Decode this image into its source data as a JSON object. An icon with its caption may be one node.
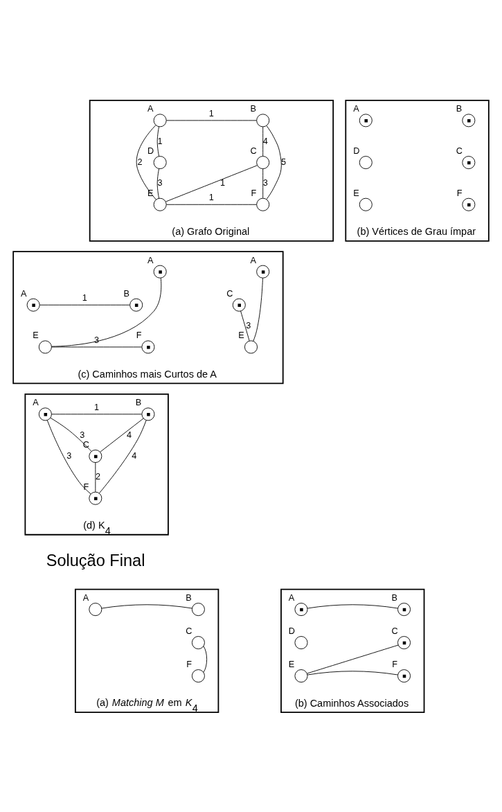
{
  "diagram": {
    "nodes": [
      {
        "text": [
          "(a) Grafo Original"
        ]
      },
      {
        "text": [],
        "shape": "circle",
        "beside": [
          "A"
        ],
        "in": 0
      },
      {
        "text": [],
        "shape": "circle",
        "beside": [
          "B"
        ],
        "in": 0
      },
      {
        "text": [],
        "shape": "circle",
        "beside": [
          "D"
        ],
        "in": 0
      },
      {
        "text": [],
        "shape": "circle",
        "beside": [
          "C"
        ],
        "in": 0
      },
      {
        "text": [],
        "shape": "circle",
        "beside": [
          "E"
        ],
        "in": 0
      },
      {
        "text": [],
        "shape": "circle",
        "beside": [
          "F"
        ],
        "in": 0
      },
      {
        "text": [
          "(b) Vértices de Grau ímpar"
        ]
      },
      {
        "text": [],
        "shape": "bullseye",
        "beside": [
          "A"
        ],
        "in": 7
      },
      {
        "text": [],
        "shape": "bullseye",
        "beside": [
          "B"
        ],
        "in": 7
      },
      {
        "text": [],
        "shape": "circle",
        "beside": [
          "D"
        ],
        "in": 7
      },
      {
        "text": [],
        "shape": "bullseye",
        "beside": [
          "C"
        ],
        "in": 7
      },
      {
        "text": [],
        "shape": "circle",
        "beside": [
          "E"
        ],
        "in": 7
      },
      {
        "text": [],
        "shape": "bullseye",
        "beside": [
          "F"
        ],
        "in": 7
      },
      {
        "text": [
          "(c) Caminhos mais Curtos de A"
        ]
      },
      {
        "text": [],
        "shape": "bullseye",
        "beside": [
          "A"
        ],
        "in": 14
      },
      {
        "text": [],
        "shape": "bullseye",
        "beside": [
          "B"
        ],
        "in": 14
      },
      {
        "text": [],
        "shape": "bullseye",
        "beside": [
          "A"
        ],
        "in": 14
      },
      {
        "text": [],
        "shape": "circle",
        "beside": [
          "E"
        ],
        "in": 14
      },
      {
        "text": [],
        "shape": "bullseye",
        "beside": [
          "F"
        ],
        "in": 14
      },
      {
        "text": [],
        "shape": "bullseye",
        "beside": [
          "A"
        ],
        "in": 14
      },
      {
        "text": [],
        "shape": "bullseye",
        "beside": [
          "C"
        ],
        "in": 14
      },
      {
        "text": [],
        "shape": "circle",
        "beside": [
          "E"
        ],
        "in": 14
      },
      {
        "text": [
          "(d) K$_{4}$"
        ]
      },
      {
        "text": [],
        "shape": "bullseye",
        "beside": [
          "A"
        ],
        "in": 23
      },
      {
        "text": [],
        "shape": "bullseye",
        "beside": [
          "B"
        ],
        "in": 23
      },
      {
        "text": [],
        "shape": "bullseye",
        "beside": [
          "C"
        ],
        "in": 23
      },
      {
        "text": [],
        "shape": "bullseye",
        "beside": [
          "F"
        ],
        "in": 23
      },
      {
        "text": [
          "(a) *Matching M* em *K*$_{4}$"
        ]
      },
      {
        "text": [],
        "shape": "circle",
        "beside": [
          "A"
        ],
        "in": 28
      },
      {
        "text": [],
        "shape": "circle",
        "beside": [
          "B"
        ],
        "in": 28
      },
      {
        "text": [],
        "shape": "circle",
        "beside": [
          "C"
        ],
        "in": 28
      },
      {
        "text": [],
        "shape": "circle",
        "beside": [
          "F"
        ],
        "in": 28
      },
      {
        "text": [
          "(b) Caminhos Associados"
        ]
      },
      {
        "text": [],
        "shape": "bullseye",
        "beside": [
          "A"
        ],
        "in": 33
      },
      {
        "text": [],
        "shape": "bullseye",
        "beside": [
          "B"
        ],
        "in": 33
      },
      {
        "text": [],
        "shape": "circle",
        "beside": [
          "D"
        ],
        "in": 33
      },
      {
        "text": [],
        "shape": "bullseye",
        "beside": [
          "C"
        ],
        "in": 33
      },
      {
        "text": [],
        "shape": "circle",
        "beside": [
          "E"
        ],
        "in": 33
      },
      {
        "text": [],
        "shape": "bullseye",
        "beside": [
          "F"
        ],
        "in": 33
      }
    ],
    "edges": [
      {
        "from": 1,
        "to": 2,
        "arrow": "none",
        "label": "1"
      },
      {
        "from": 2,
        "to": 4,
        "arrow": "none",
        "label": "4"
      },
      {
        "from": 1,
        "to": 3,
        "arrow": "none",
        "label": "1"
      },
      {
        "from": 1,
        "to": 5,
        "arrow": "none",
        "label": "2"
      },
      {
        "from": 2,
        "to": 6,
        "arrow": "none",
        "label": "5"
      },
      {
        "from": 3,
        "to": 5,
        "arrow": "none",
        "label": "3"
      },
      {
        "from": 5,
        "to": 4,
        "arrow": "none",
        "label": "1"
      },
      {
        "from": 6,
        "to": 4,
        "arrow": "none",
        "label": "3"
      },
      {
        "from": 5,
        "to": 6,
        "arrow": "none",
        "label": "1"
      },
      {
        "from": 15,
        "to": 16,
        "arrow": "none",
        "label": "1"
      },
      {
        "from": 17,
        "to": 18,
        "arrow": "none"
      },
      {
        "from": 18,
        "to": 19,
        "arrow": "none",
        "label": "3"
      },
      {
        "from": 20,
        "to": 22,
        "arrow": "none"
      },
      {
        "from": 22,
        "to": 21,
        "arrow": "none",
        "label": "3"
      },
      {
        "from": 24,
        "to": 25,
        "arrow": "none",
        "label": "1"
      },
      {
        "from": 24,
        "to": 26,
        "arrow": "none",
        "label": "3"
      },
      {
        "from": 24,
        "to": 27,
        "arrow": "none",
        "label": "3"
      },
      {
        "from": 25,
        "to": 26,
        "arrow": "none",
        "label": "4"
      },
      {
        "from": 25,
        "to": 27,
        "arrow": "none",
        "label": "4"
      },
      {
        "from": 27,
        "to": 26,
        "arrow": "none",
        "label": "2"
      },
      {
        "from": 29,
        "to": 30,
        "arrow": "none"
      },
      {
        "from": 32,
        "to": 31,
        "arrow": "none"
      },
      {
        "from": 34,
        "to": 35,
        "arrow": "none"
      },
      {
        "from": 38,
        "to": 37,
        "arrow": "none"
      },
      {
        "from": 38,
        "to": 39,
        "arrow": "none"
      }
    ],
    "labels": [
      "Solução Final"
    ]
  }
}
